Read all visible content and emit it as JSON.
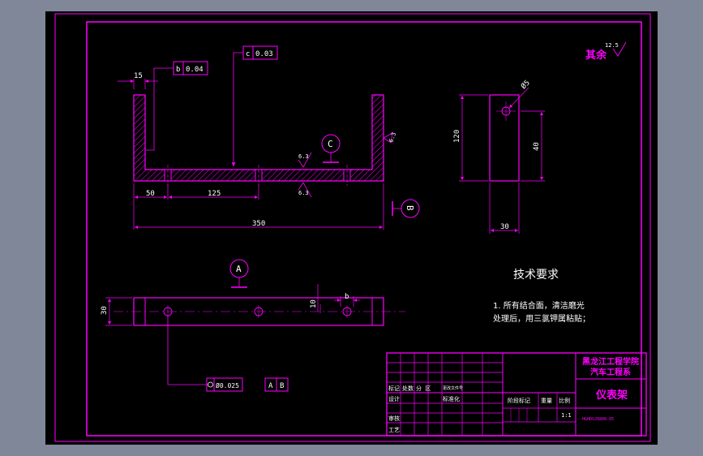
{
  "colors": {
    "background": "#7f8798",
    "paper": "#000000",
    "line": "#ff00ff",
    "white": "#ffffff"
  },
  "front_view": {
    "tol_flat": "0.04",
    "tol_flat_ref": "b",
    "tol_par": "0.03",
    "tol_par_ref": "c",
    "dim_top_left": "15",
    "dim_50": "50",
    "dim_125": "125",
    "dim_350": "350",
    "datum_c": "C",
    "rough_a": "6.3",
    "rough_b": "6.3",
    "rough_c": "6.3"
  },
  "side_view": {
    "dim_hole": "Ø5",
    "dim_height": "120",
    "dim_40": "40",
    "dim_width": "30",
    "datum_b": "B"
  },
  "bottom_view": {
    "datum_a": "A",
    "dim_height": "30",
    "dim_10": "10",
    "dim_b": "b",
    "pos_tol": "Ø0.025",
    "datum_ref_1": "A",
    "datum_ref_2": "B"
  },
  "rest_roughness": {
    "label": "其余",
    "value": "12.5"
  },
  "notes": {
    "title": "技术要求",
    "line1": "1. 所有结合面，清洁磨光",
    "line2": "处理后，用三氯钾属粘贴；"
  },
  "title_block": {
    "school_line1": "黑龙江工程学院",
    "school_line2": "汽车工程系",
    "part_name": "仪表架",
    "drawing_no": "HGHDSJ0800-05",
    "scale": "1:1",
    "label_mark": "标记",
    "label_count": "处数",
    "label_zone": "分 区",
    "label_file": "更改文件号",
    "label_design": "设计",
    "label_std": "标准化",
    "label_review": "审核",
    "label_craft": "工艺",
    "label_stage": "阶段标记",
    "label_weight": "重量",
    "label_ratio": "比例"
  }
}
